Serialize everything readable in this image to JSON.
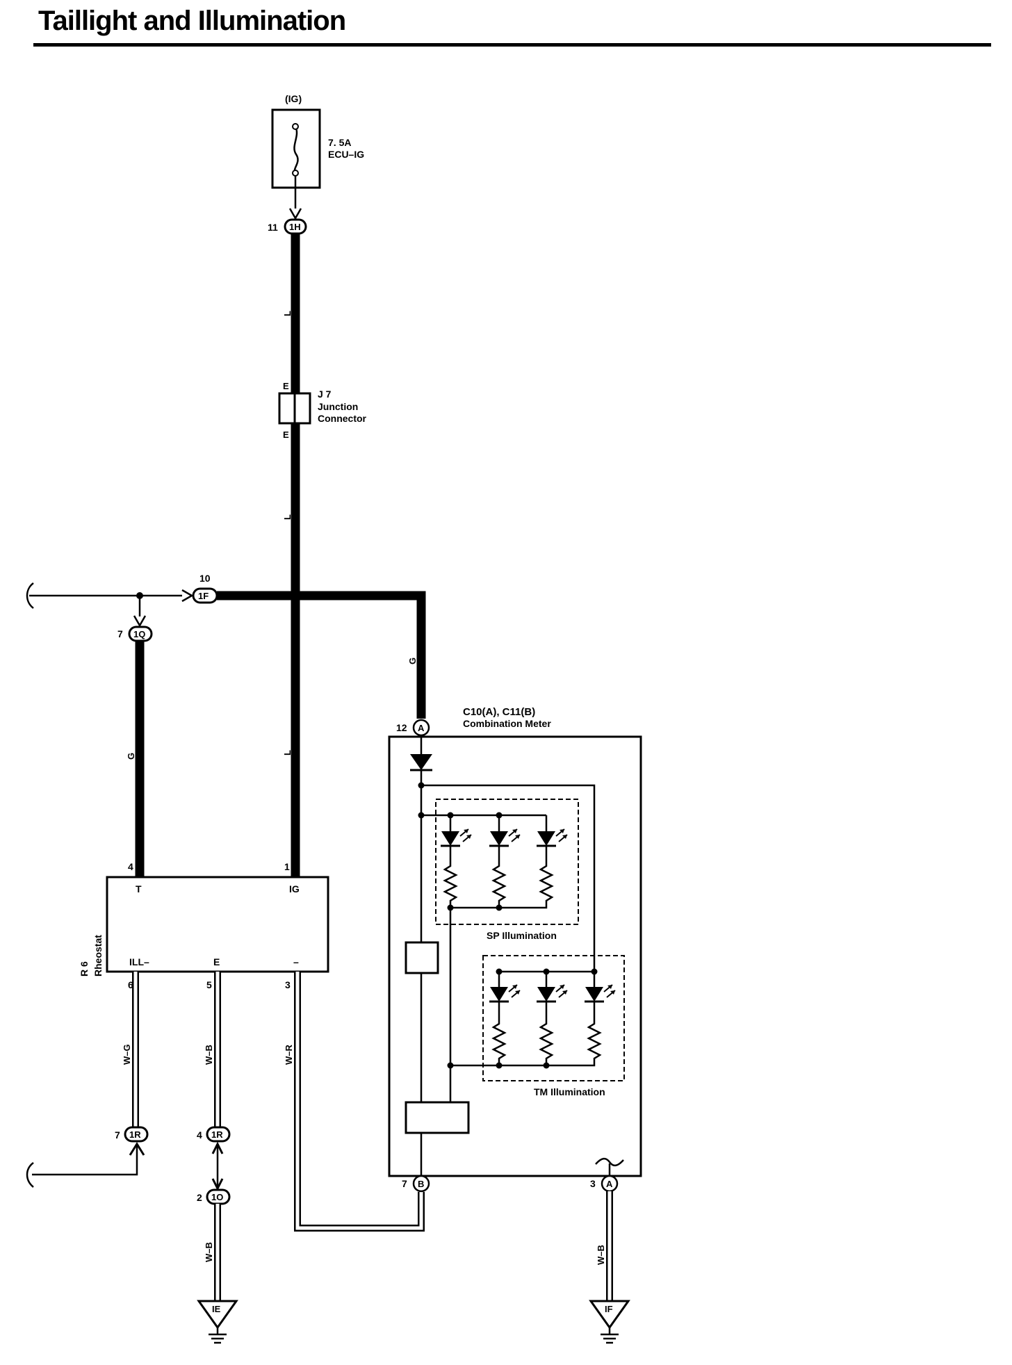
{
  "title": "Taillight and Illumination",
  "fuse": {
    "source": "(IG)",
    "rating": "7. 5A",
    "name": "ECU–IG"
  },
  "junction_connector": {
    "id": "J 7",
    "line1": "Junction",
    "line2": "Connector",
    "pin_top": "E",
    "pin_bottom": "E"
  },
  "connectors": {
    "c1H": {
      "label": "1H",
      "pin": "11"
    },
    "c1F": {
      "label": "1F",
      "pin": "10"
    },
    "c1Q": {
      "label": "1Q",
      "pin": "7"
    },
    "c1R_left": {
      "label": "1R",
      "pin": "7"
    },
    "c1R_mid": {
      "label": "1R",
      "pin": "4"
    },
    "c1O": {
      "label": "1O",
      "pin": "2"
    }
  },
  "wire_colors": {
    "ig_upper": "L",
    "ig_mid": "L",
    "ig_lower": "L",
    "g_right": "G",
    "g_left": "G",
    "w_g": "W–G",
    "w_b": "W–B",
    "w_r": "W–R",
    "w_b_ground_e": "W–B",
    "w_b_ground_f": "W–B"
  },
  "rheostat": {
    "id": "R 6",
    "name": "Rheostat",
    "pins": [
      {
        "num": "4",
        "label": "T"
      },
      {
        "num": "1",
        "label": "IG"
      },
      {
        "num": "6",
        "label": "ILL–"
      },
      {
        "num": "5",
        "label": "E"
      },
      {
        "num": "3",
        "label": "–"
      }
    ]
  },
  "meter": {
    "title": "C10(A), C11(B)",
    "name": "Combination Meter",
    "pin_top": {
      "num": "12",
      "conn": "A"
    },
    "pin_bottom_left": {
      "num": "7",
      "conn": "B"
    },
    "pin_bottom_right": {
      "num": "3",
      "conn": "A"
    },
    "sp_label": "SP Illumination",
    "tm_label": "TM Illumination"
  },
  "grounds": [
    {
      "label": "IE"
    },
    {
      "label": "IF"
    }
  ],
  "colors": {
    "ink": "#000000",
    "paper": "#ffffff"
  }
}
